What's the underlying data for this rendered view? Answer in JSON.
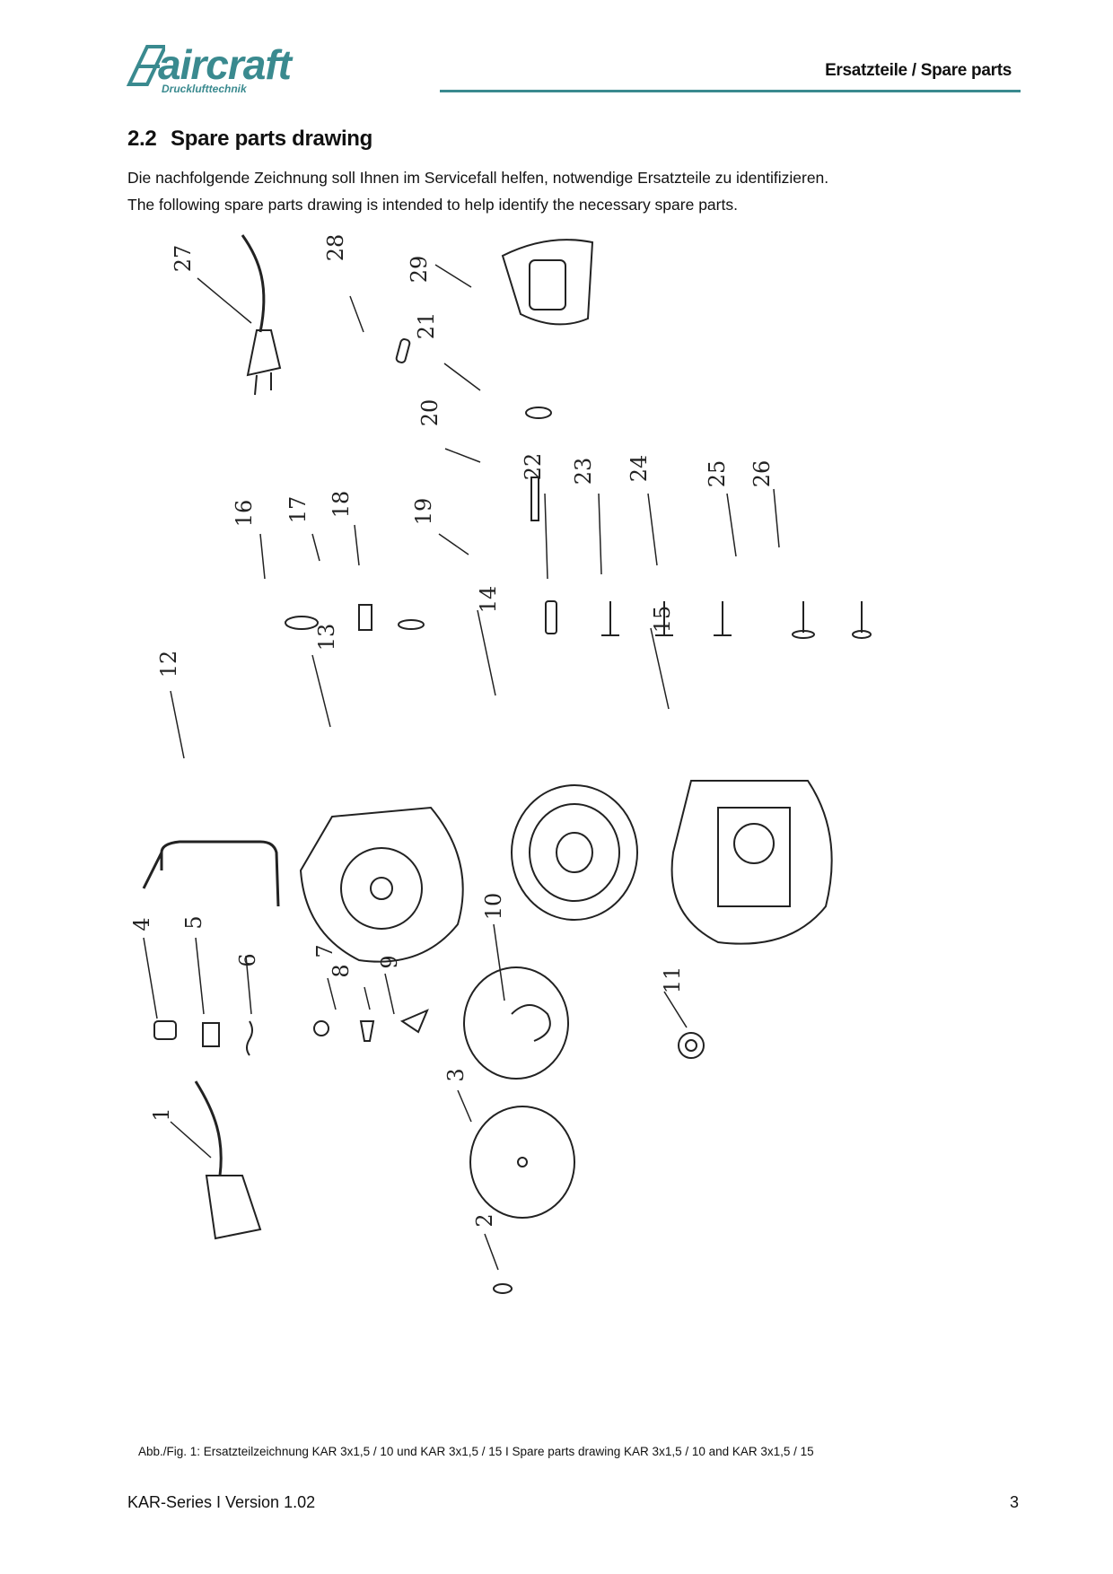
{
  "header": {
    "logo_text": "aircraft",
    "logo_subtitle": "Drucklufttechnik",
    "section_label": "Ersatzteile / Spare parts",
    "brand_color": "#3a8a8f"
  },
  "section": {
    "number": "2.2",
    "title": "Spare parts drawing",
    "intro_de": "Die nachfolgende Zeichnung soll Ihnen im Servicefall helfen, notwendige Ersatzteile zu identifizieren.",
    "intro_en": "The following spare parts drawing is intended to help identify the necessary spare parts."
  },
  "parts": [
    "1",
    "2",
    "3",
    "4",
    "5",
    "6",
    "7",
    "8",
    "9",
    "10",
    "11",
    "12",
    "13",
    "14",
    "15",
    "16",
    "17",
    "18",
    "19",
    "20",
    "21",
    "22",
    "23",
    "24",
    "25",
    "26",
    "27",
    "28",
    "29"
  ],
  "caption": "Abb./Fig. 1: Ersatzteilzeichnung KAR 3x1,5 / 10 und KAR 3x1,5 / 15   I   Spare parts drawing KAR 3x1,5 / 10 and KAR 3x1,5 / 15",
  "footer": {
    "series": "KAR-Series I Version 1.02",
    "page": "3"
  }
}
